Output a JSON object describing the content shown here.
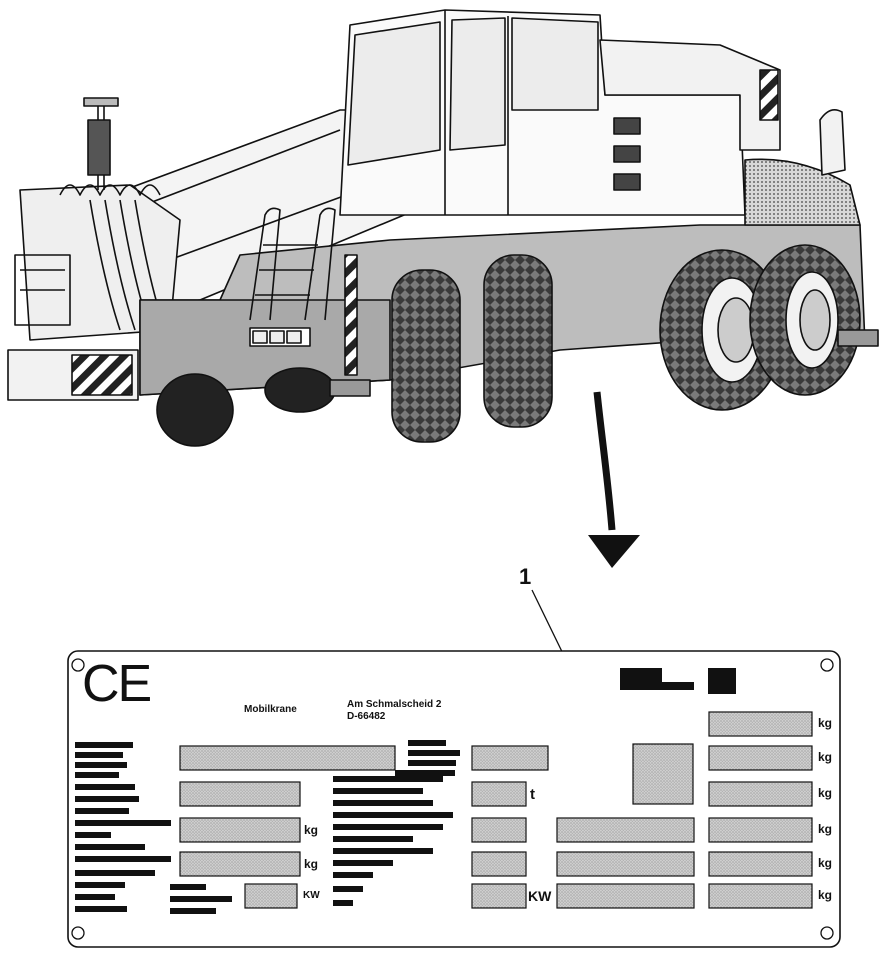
{
  "callout_number": "1",
  "plate": {
    "mark": "CE",
    "manufacturer_type": "Mobilkrane",
    "address_street": "Am Schmalscheid 2",
    "address_postcode": "D-66482",
    "unit_kg": "kg",
    "unit_t": "t",
    "unit_kw": "KW"
  }
}
